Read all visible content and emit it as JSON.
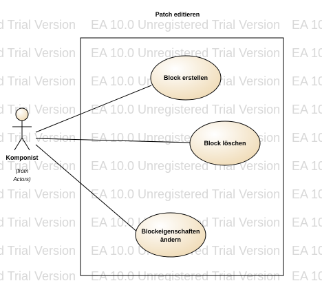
{
  "diagram": {
    "title": "Patch editieren",
    "watermark": {
      "left_fragment": "d Trial Version",
      "middle": "EA 10.0 Unregistered Trial Version",
      "right_fragment": "EA 10"
    },
    "actor": {
      "name": "Komponist",
      "from_line1": "(from",
      "from_line2": "Actors)"
    },
    "use_cases": [
      {
        "label_lines": [
          "Block erstellen"
        ]
      },
      {
        "label_lines": [
          "Block löschen"
        ]
      },
      {
        "label_lines": [
          "Blockeigenschaften",
          "ändern"
        ]
      }
    ],
    "colors": {
      "use_case_fill": "#f4e4c8",
      "use_case_stroke": "#000000",
      "boundary_stroke": "#000000",
      "watermark": "#d8d8d8"
    }
  }
}
